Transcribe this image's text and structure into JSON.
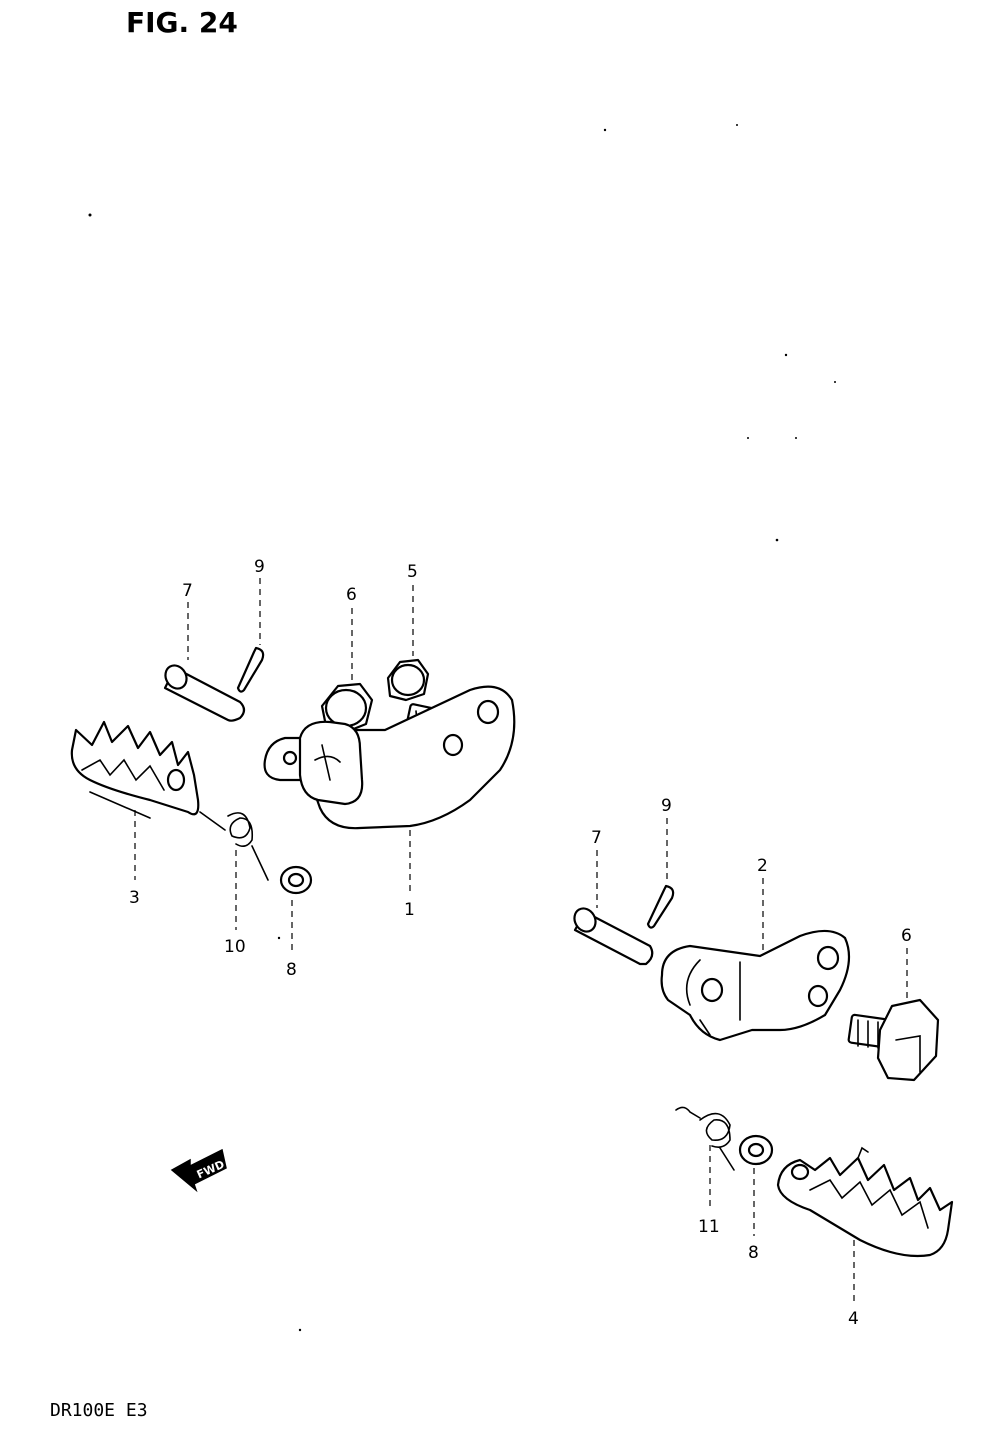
{
  "figure": {
    "title": "FIG. 24",
    "model": "DR100E  E3",
    "fwd_label": "FWD"
  },
  "callouts": {
    "left": [
      {
        "id": "c-l-7",
        "label": "7"
      },
      {
        "id": "c-l-9",
        "label": "9"
      },
      {
        "id": "c-l-6",
        "label": "6"
      },
      {
        "id": "c-l-5",
        "label": "5"
      },
      {
        "id": "c-l-3",
        "label": "3"
      },
      {
        "id": "c-l-10",
        "label": "10"
      },
      {
        "id": "c-l-8",
        "label": "8"
      },
      {
        "id": "c-l-1",
        "label": "1"
      }
    ],
    "right": [
      {
        "id": "c-r-9",
        "label": "9"
      },
      {
        "id": "c-r-7",
        "label": "7"
      },
      {
        "id": "c-r-2",
        "label": "2"
      },
      {
        "id": "c-r-6",
        "label": "6"
      },
      {
        "id": "c-r-11",
        "label": "11"
      },
      {
        "id": "c-r-8",
        "label": "8"
      },
      {
        "id": "c-r-4",
        "label": "4"
      }
    ]
  }
}
